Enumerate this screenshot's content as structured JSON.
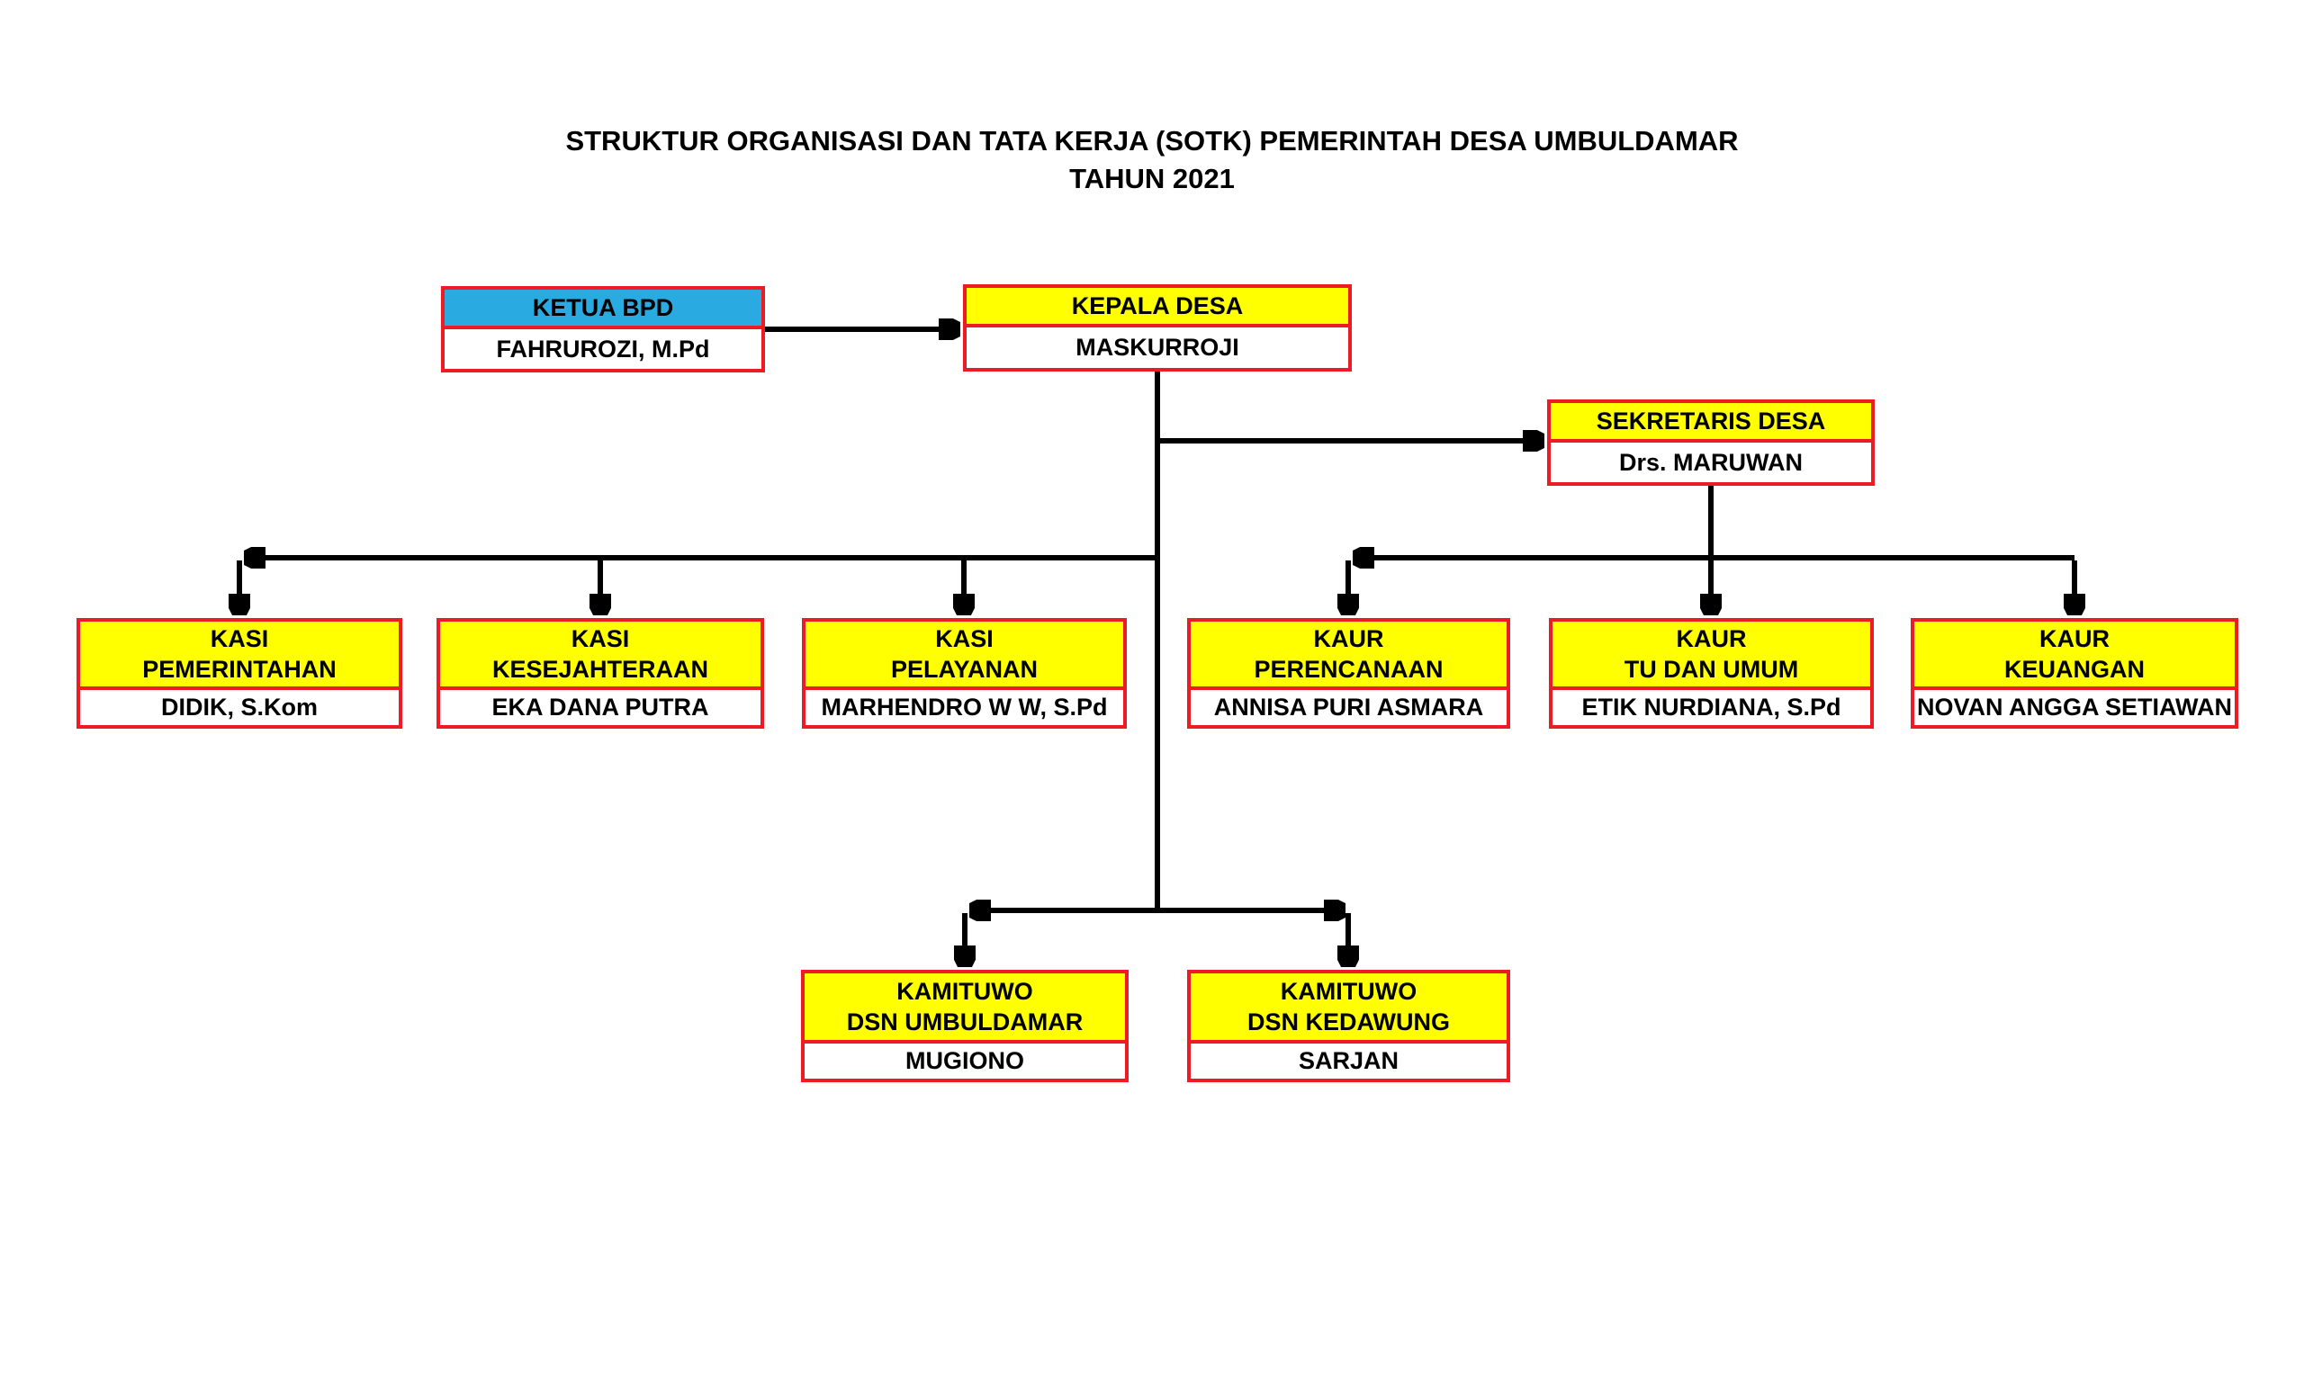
{
  "title": {
    "line1": "STRUKTUR ORGANISASI DAN TATA KERJA (SOTK) PEMERINTAH DESA UMBULDAMAR",
    "line2": "TAHUN 2021"
  },
  "colors": {
    "header_yellow": "#FFFF00",
    "header_blue": "#29ABE2",
    "box_border_red": "#ED1C24",
    "connector_black": "#000000",
    "background": "#FFFFFF"
  },
  "nodes": {
    "ketua_bpd": {
      "title": "KETUA BPD",
      "name": "FAHRUROZI, M.Pd"
    },
    "kepala_desa": {
      "title": "KEPALA DESA",
      "name": "MASKURROJI"
    },
    "sekretaris": {
      "title": "SEKRETARIS DESA",
      "name": "Drs. MARUWAN"
    },
    "kasi": [
      {
        "title1": "KASI",
        "title2": "PEMERINTAHAN",
        "name": "DIDIK, S.Kom"
      },
      {
        "title1": "KASI",
        "title2": "KESEJAHTERAAN",
        "name": "EKA DANA PUTRA"
      },
      {
        "title1": "KASI",
        "title2": "PELAYANAN",
        "name": "MARHENDRO W W, S.Pd"
      }
    ],
    "kaur": [
      {
        "title1": "KAUR",
        "title2": "PERENCANAAN",
        "name": "ANNISA PURI ASMARA"
      },
      {
        "title1": "KAUR",
        "title2": "TU DAN UMUM",
        "name": "ETIK NURDIANA, S.Pd"
      },
      {
        "title1": "KAUR",
        "title2": "KEUANGAN",
        "name": "NOVAN ANGGA SETIAWAN"
      }
    ],
    "kamituwo": [
      {
        "title1": "KAMITUWO",
        "title2": "DSN UMBULDAMAR",
        "name": "MUGIONO"
      },
      {
        "title1": "KAMITUWO",
        "title2": "DSN KEDAWUNG",
        "name": "SARJAN"
      }
    ]
  }
}
